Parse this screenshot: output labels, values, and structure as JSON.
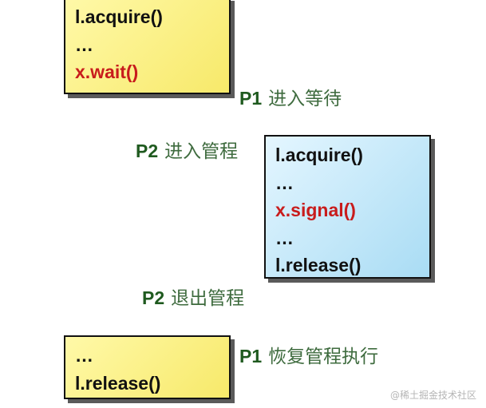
{
  "box_top": {
    "lines": [
      {
        "text": "l.acquire()",
        "highlight": false
      },
      {
        "text": "…",
        "highlight": false
      },
      {
        "text": "x.wait()",
        "highlight": true
      }
    ]
  },
  "label_p1_wait": {
    "proc": "P1",
    "text": "进入等待"
  },
  "label_p2_enter": {
    "proc": "P2",
    "text": "进入管程"
  },
  "box_middle": {
    "lines": [
      {
        "text": "l.acquire()",
        "highlight": false
      },
      {
        "text": "…",
        "highlight": false
      },
      {
        "text": "x.signal()",
        "highlight": true
      },
      {
        "text": "…",
        "highlight": false
      },
      {
        "text": "l.release()",
        "highlight": false
      }
    ]
  },
  "label_p2_exit": {
    "proc": "P2",
    "text": "退出管程"
  },
  "box_bottom": {
    "lines": [
      {
        "text": "…",
        "highlight": false
      },
      {
        "text": "l.release()",
        "highlight": false
      }
    ]
  },
  "label_p1_resume": {
    "proc": "P1",
    "text": "恢复管程执行"
  },
  "watermark": "@稀土掘金技术社区",
  "colors": {
    "highlight_code": "#c81c1c",
    "label_process": "#1f5a1f",
    "label_text": "#3e6b3e",
    "box_yellow": "#f7e96a",
    "box_blue": "#a9dcf4"
  }
}
